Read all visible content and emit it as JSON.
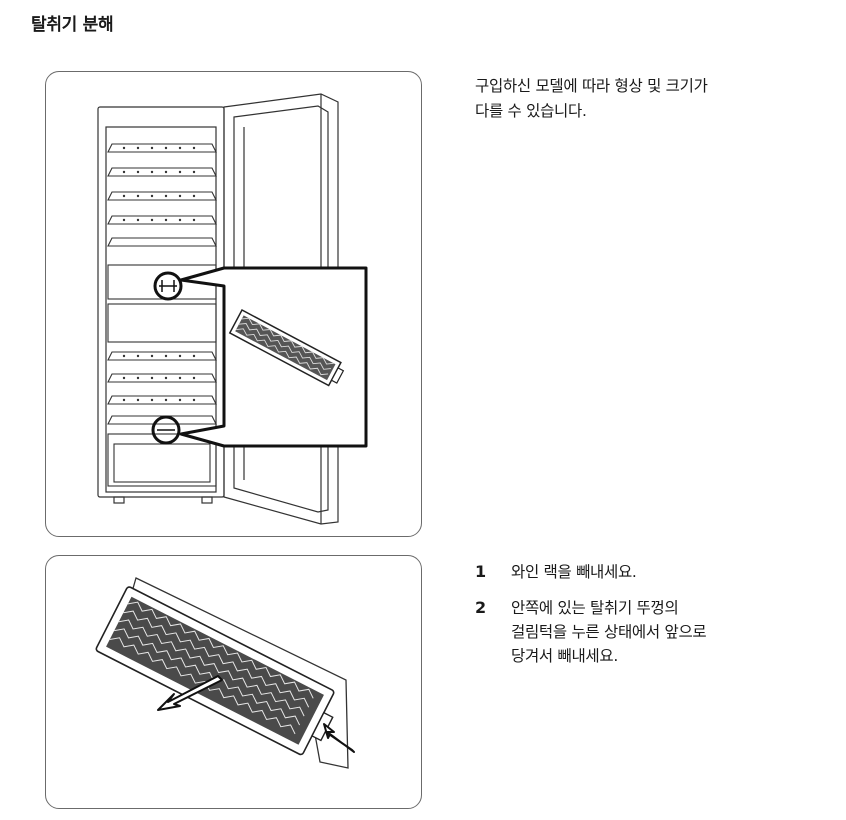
{
  "page": {
    "title": "탈취기 분해"
  },
  "note": {
    "line1": "구입하신 모델에 따라 형상 및 크기가",
    "line2": "다를 수 있습니다."
  },
  "steps": [
    {
      "number": "1",
      "lines": [
        "와인 랙을 빼내세요."
      ]
    },
    {
      "number": "2",
      "lines": [
        "안쪽에 있는 탈취기 뚜껑의",
        "걸림턱을 누른 상태에서 앞으로",
        "당겨서 빼내세요."
      ]
    }
  ],
  "figures": {
    "fridge": {
      "icon": "wine-cellar-open-door-illustration",
      "callouts": 2
    },
    "filter": {
      "icon": "deodorizer-filter-removal-illustration"
    }
  },
  "colors": {
    "text": "#1a1a1a",
    "line": "#222222",
    "frame": "#6b6b6b"
  }
}
